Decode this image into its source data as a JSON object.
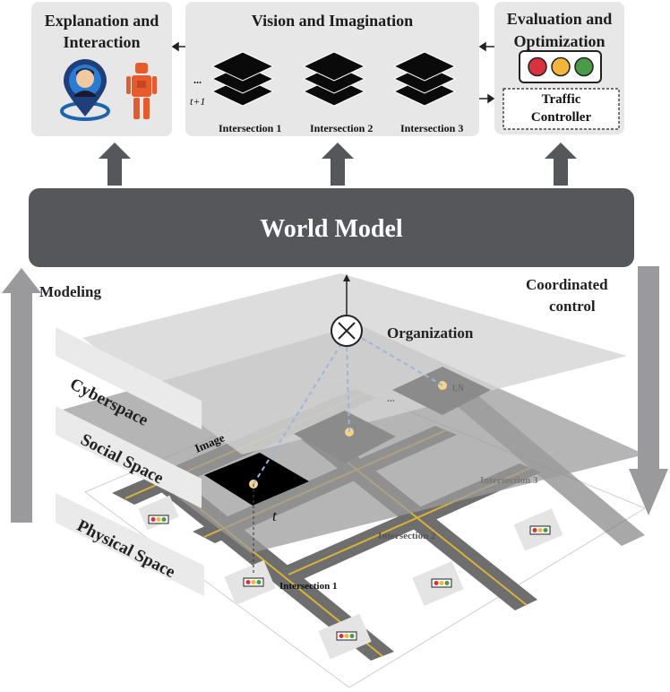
{
  "panels": {
    "explanation": {
      "title_line1": "Explanation and",
      "title_line2": "Interaction"
    },
    "vision": {
      "title": "Vision and Imagination",
      "ellipsis": "...",
      "time_label": "t+1",
      "intersections": [
        "Intersection 1",
        "Intersection 2",
        "Intersection 3"
      ]
    },
    "evaluation": {
      "title_line1": "Evaluation and",
      "title_line2": "Optimization",
      "controller_line1": "Traffic",
      "controller_line2": "Controller",
      "light_colors": [
        "#d7323d",
        "#f3b63a",
        "#4a9a47"
      ]
    }
  },
  "world_model": {
    "label": "World Model"
  },
  "left_arrow_label": "Modeling",
  "right_arrow_label_line1": "Coordinated",
  "right_arrow_label_line2": "control",
  "organization_label": "Organization",
  "layers": {
    "cyberspace": "Cyberspace",
    "social": "Social Space",
    "physical": "Physical Space"
  },
  "social_labels": {
    "image": "Image",
    "time": "t",
    "ellipsis": "...",
    "subscript": "I,N"
  },
  "ground_labels": [
    "Intersection 1",
    "Intersection 2",
    "Intersection 3"
  ],
  "colors": {
    "panel_bg": "#e7e7e7",
    "world_model_bg": "#55575a",
    "big_arrow": "#9a9a9c",
    "dashed_line": "#9fb5d8",
    "node_dot": "#f5d38a"
  }
}
